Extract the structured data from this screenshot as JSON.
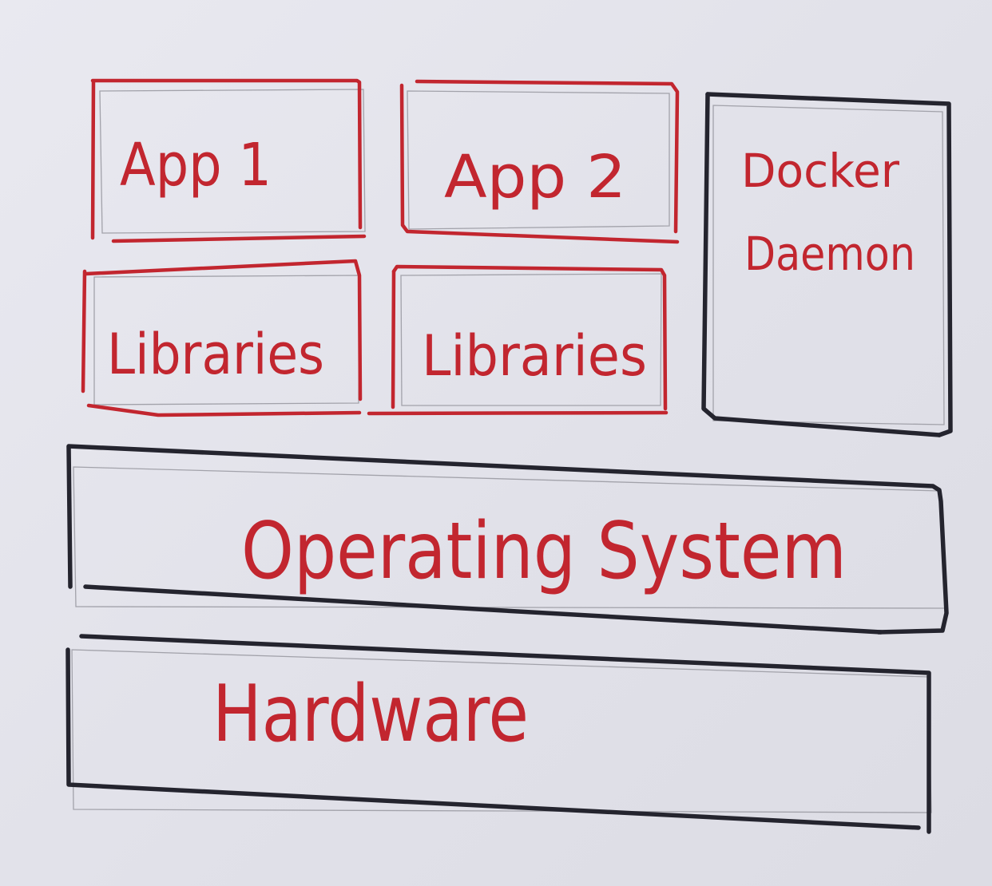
{
  "layers": {
    "apps": [
      {
        "name": "App 1",
        "libraries": "Libraries"
      },
      {
        "name": "App 2",
        "libraries": "Libraries"
      }
    ],
    "docker_daemon": {
      "line1": "Docker",
      "line2": "Daemon"
    },
    "operating_system": "Operating System",
    "hardware": "Hardware"
  },
  "colors": {
    "paper": "#e4e4ec",
    "red_ink": "#c2262f",
    "black_ink": "#24242e",
    "pencil": "#a2a2aa"
  }
}
